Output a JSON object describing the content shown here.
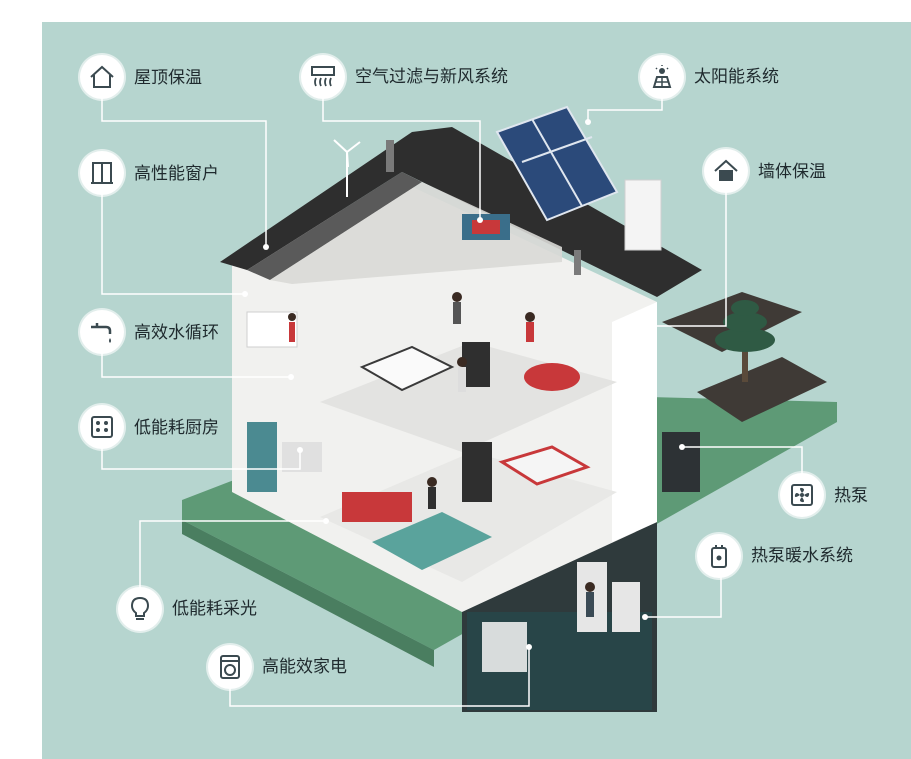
{
  "colors": {
    "background": "#b6d5cf",
    "leader_line": "#ffffff",
    "icon_stroke": "#3b4a50",
    "roof": "#2e2e2e",
    "solar": "#2b4a7a",
    "lawn": "#5e9a76",
    "accent_red": "#c8383a"
  },
  "features": [
    {
      "id": "roof",
      "label": "屋顶保温",
      "icon": "house-outline-icon"
    },
    {
      "id": "windows",
      "label": "高性能窗户",
      "icon": "window-icon"
    },
    {
      "id": "water",
      "label": "高效水循环",
      "icon": "faucet-icon"
    },
    {
      "id": "kitchen",
      "label": "低能耗厨房",
      "icon": "stove-icon"
    },
    {
      "id": "lighting",
      "label": "低能耗采光",
      "icon": "lightbulb-icon"
    },
    {
      "id": "appliances",
      "label": "高能效家电",
      "icon": "washing-machine-icon"
    },
    {
      "id": "ventilation",
      "label": "空气过滤与新风系统",
      "icon": "air-filter-icon"
    },
    {
      "id": "solar",
      "label": "太阳能系统",
      "icon": "solar-panel-icon"
    },
    {
      "id": "walls",
      "label": "墙体保温",
      "icon": "house-filled-icon"
    },
    {
      "id": "heatpump",
      "label": "热泵",
      "icon": "fan-icon"
    },
    {
      "id": "hotwater",
      "label": "热泵暖水系统",
      "icon": "water-heater-icon"
    }
  ]
}
